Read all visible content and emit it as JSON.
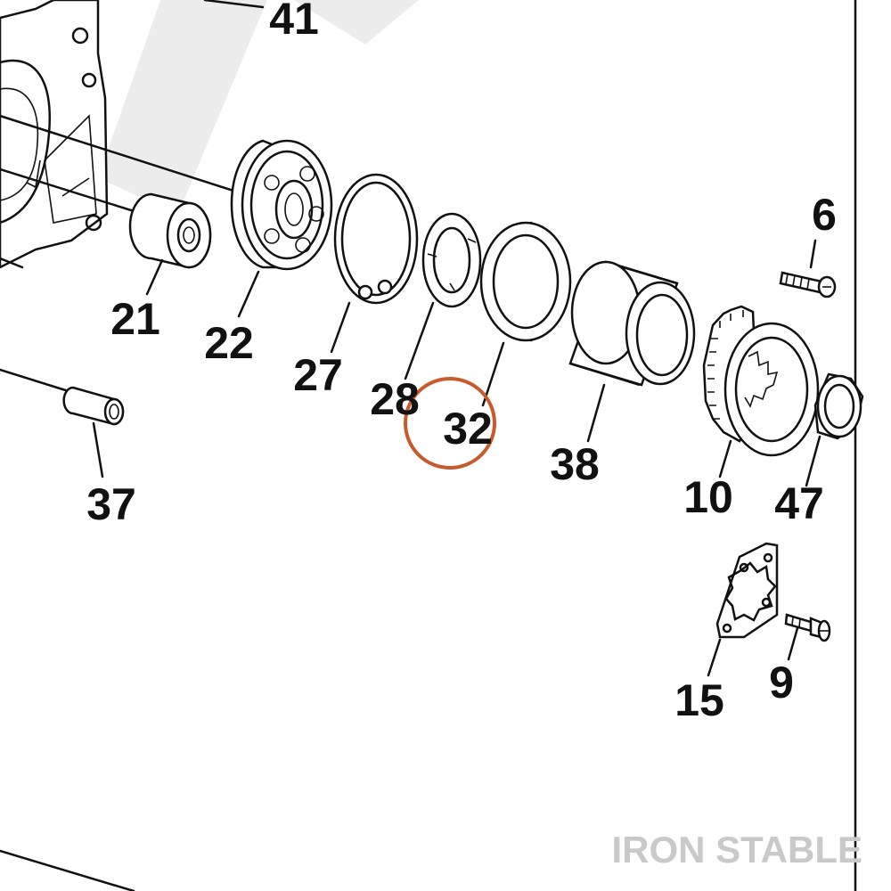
{
  "watermark": "IRON STABLE",
  "highlight_color": "#c85a2e",
  "labels": {
    "p41": "41",
    "p6": "6",
    "p21": "21",
    "p22": "22",
    "p27": "27",
    "p28": "28",
    "p32": "32",
    "p38": "38",
    "p10": "10",
    "p47": "47",
    "p37": "37",
    "p15": "15",
    "p9": "9"
  },
  "highlighted_part": "32"
}
